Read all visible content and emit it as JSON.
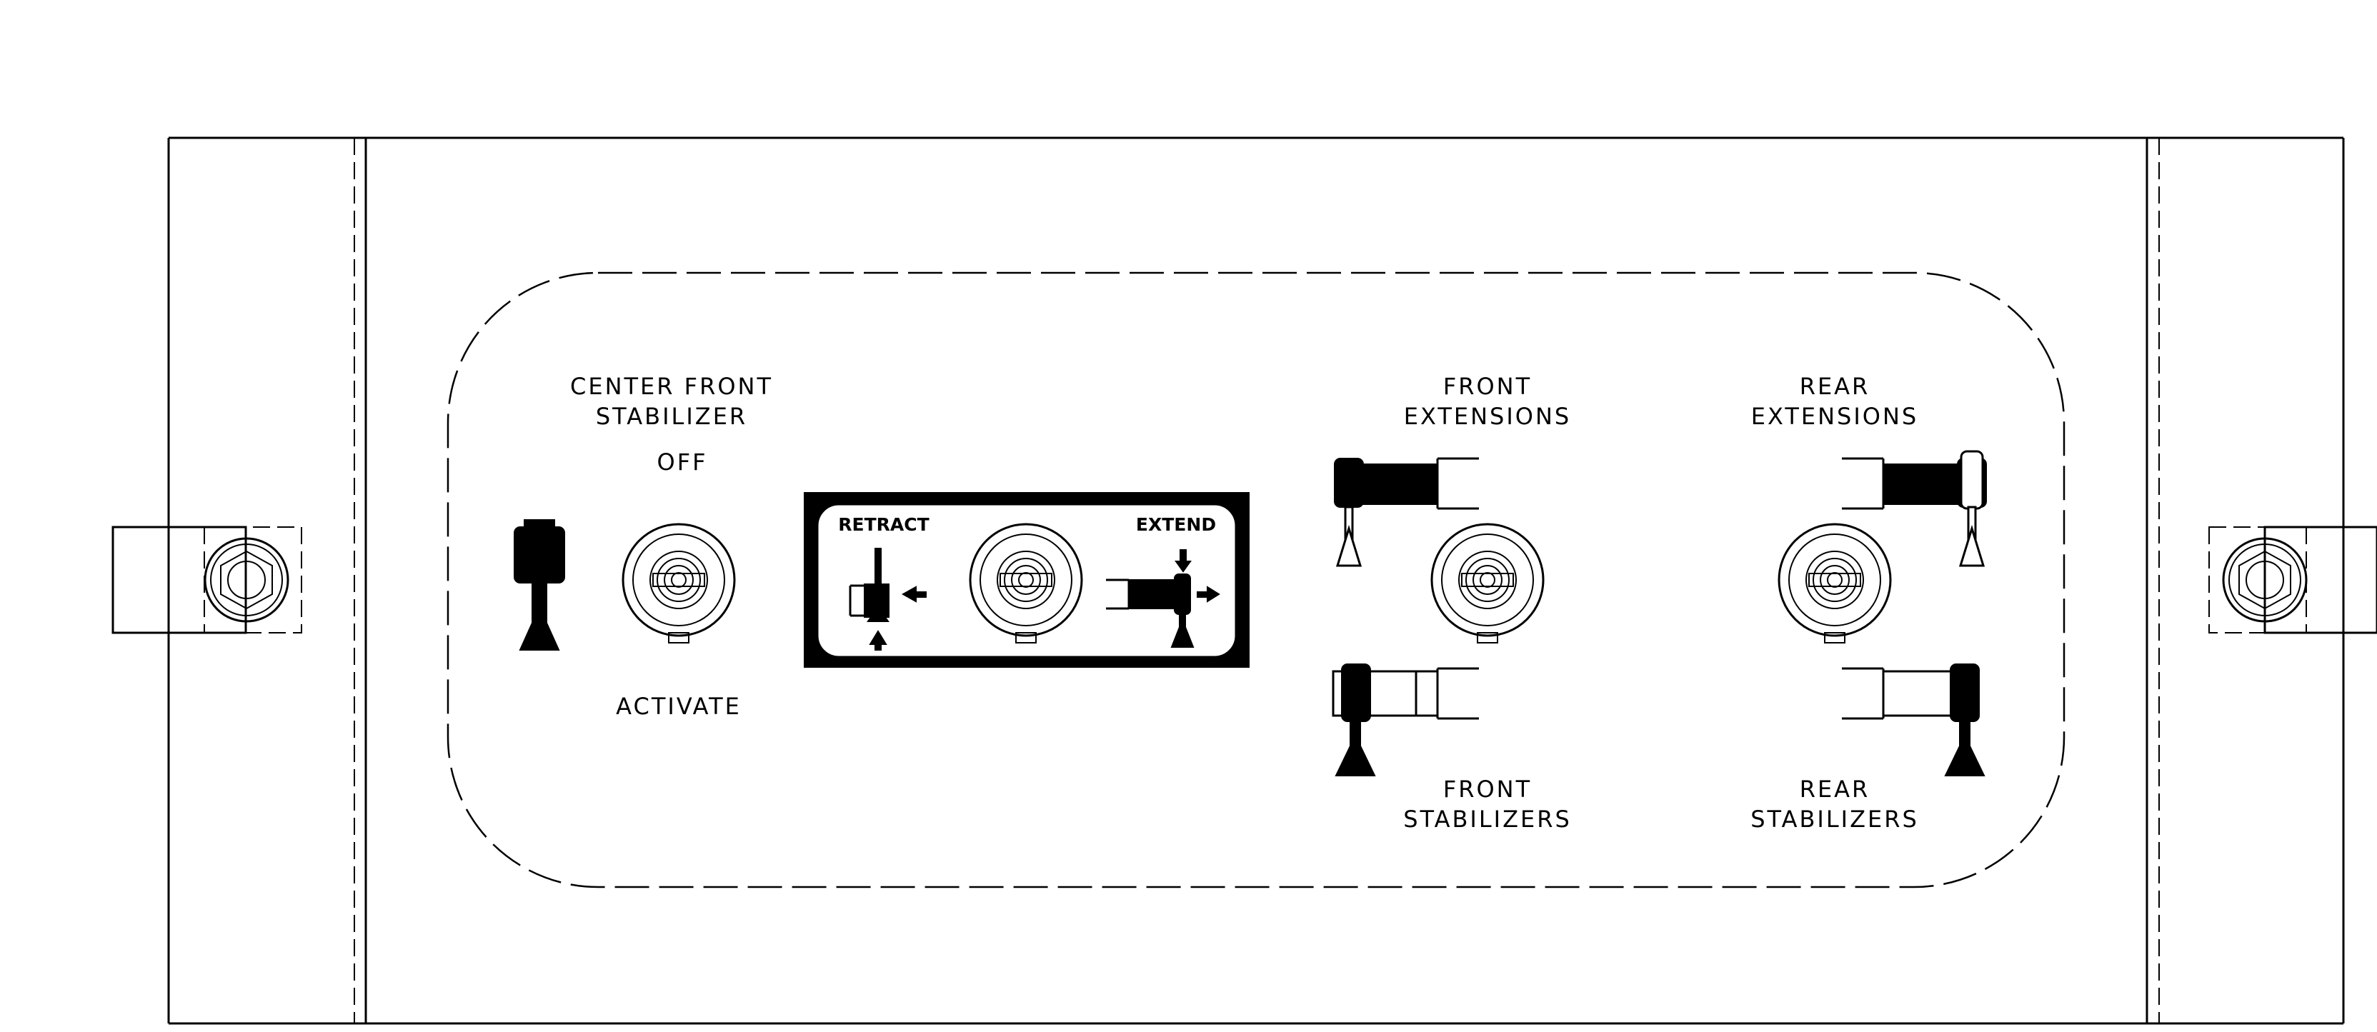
{
  "labels": {
    "center_front_stabilizer_line1": "CENTER FRONT",
    "center_front_stabilizer_line2": "STABILIZER",
    "off": "OFF",
    "activate": "ACTIVATE",
    "retract": "RETRACT",
    "extend": "EXTEND",
    "front_extensions_line1": "FRONT",
    "front_extensions_line2": "EXTENSIONS",
    "rear_extensions_line1": "REAR",
    "rear_extensions_line2": "EXTENSIONS",
    "front_stabilizers_line1": "FRONT",
    "front_stabilizers_line2": "STABILIZERS",
    "rear_stabilizers_line1": "REAR",
    "rear_stabilizers_line2": "STABILIZERS"
  },
  "icons": {
    "switches": [
      "rotary-switch-icon"
    ],
    "jacks": [
      "stabilizer-jack-icon",
      "extension-arm-icon"
    ],
    "arrows": [
      "arrow-left-icon",
      "arrow-right-icon",
      "arrow-up-icon",
      "arrow-down-icon"
    ]
  },
  "colors": {
    "line": "#000000",
    "background": "#ffffff"
  }
}
